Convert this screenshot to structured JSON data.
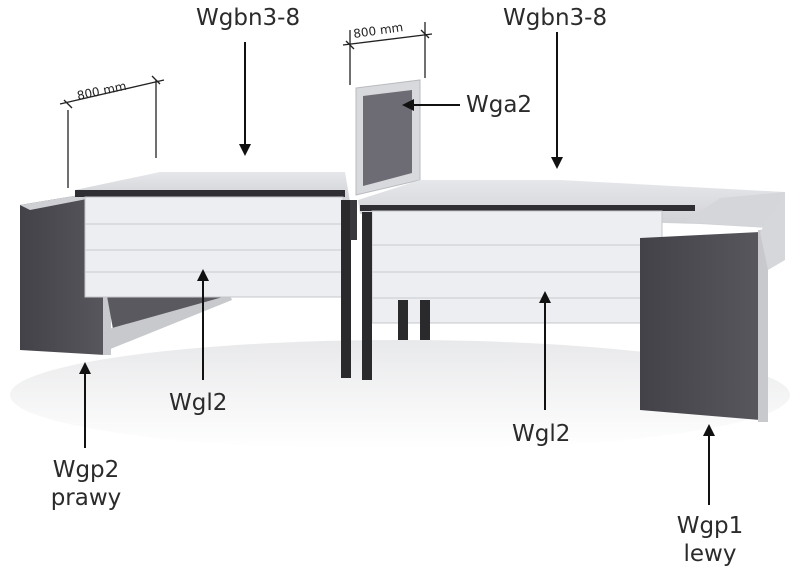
{
  "labels": {
    "desk_top_left": "Wgbn3-8",
    "desk_top_right": "Wgbn3-8",
    "screen": "Wga2",
    "panel_left": "Wgl2",
    "panel_right": "Wgl2",
    "pedestal_right_line1": "Wgp2",
    "pedestal_right_line2": "prawy",
    "pedestal_left_line1": "Wgp1",
    "pedestal_left_line2": "lewy"
  },
  "dimensions": {
    "left_width": "800 mm",
    "screen_width": "800 mm"
  },
  "colors": {
    "desk_top": "#dcdde0",
    "panel": "#eceef1",
    "pedestal": "#4d4c52",
    "screen_fabric": "#6d6c74",
    "leg": "#2a2a2d",
    "arrow": "#111111"
  }
}
